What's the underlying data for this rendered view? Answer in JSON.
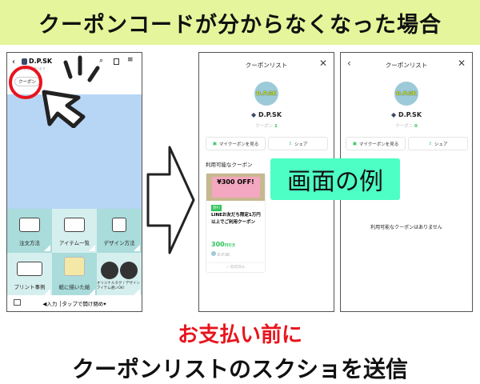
{
  "banner": {
    "title": "クーポンコードが分からなくなった場合"
  },
  "phone1": {
    "account": "D.P.SK",
    "subtitle": "友達 ·  がいます",
    "coupon_tab": "クーポン",
    "menu": [
      "注文方法",
      "アイテム一覧",
      "デザイン方法",
      "プリント事例",
      "紙に描いた絵",
      "オリジナルタグ / デザインアイテム選いOK!"
    ],
    "bottom_bar": "◀入力 │タップで開け閉め▾"
  },
  "phone2": {
    "title": "クーポンリスト",
    "account": "D.P.SK",
    "logo": "D.P.SK",
    "coupon_label": "クーポン",
    "coupon_count": "1",
    "my_coupon_button": "マイクーポンを見る",
    "share_button": "シェア",
    "section": "利用可能なクーポン",
    "coupon": {
      "image_text": "¥300 OFF!",
      "badge": "割引",
      "description": "LINEお友だち限定1万円以上でご利用クーポン",
      "amount": "300",
      "amount_unit": "円引き",
      "issuer": "D.P.SK",
      "footer": "✓ 取得済み"
    }
  },
  "phone3": {
    "title": "クーポンリスト",
    "account": "D.P.SK",
    "logo": "D.P.SK",
    "coupon_label": "クーポン",
    "coupon_count": "0",
    "my_coupon_button": "マイクーポンを見る",
    "share_button": "シェア",
    "empty_message": "利用可能なクーポンはありません"
  },
  "example_label": "画面の例",
  "footer": {
    "line1": "お支払い前に",
    "line2": "クーポンリストのスクショを送信"
  },
  "colors": {
    "banner": "#e4f59b",
    "label": "#4dffc4",
    "accent_red": "#e8141e",
    "line_green": "#2ec35a"
  }
}
